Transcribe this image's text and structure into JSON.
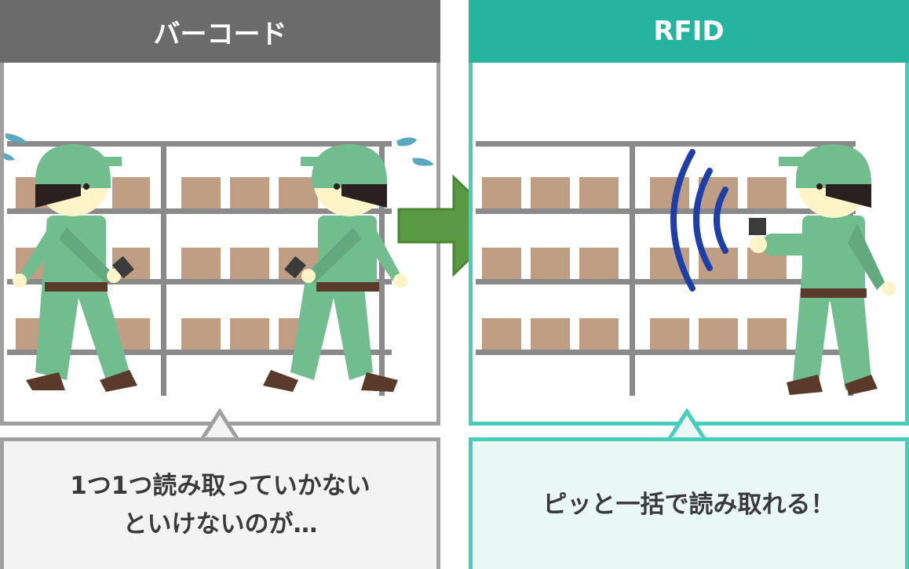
{
  "left_panel": {
    "title": "バーコード",
    "caption_line1": "1つ1つ読み取っていかない",
    "caption_line2": "といけないのが…",
    "header_color": "#6b6b6b",
    "border_color": "#a0a0a0",
    "caption_bg": "#f3f3f3"
  },
  "right_panel": {
    "title": "RFID",
    "caption": "ピッと一括で読み取れる！",
    "header_color": "#26b3a0",
    "border_color": "#46cdbd",
    "caption_bg": "#e9f8f5"
  },
  "colors": {
    "arrow": "#5a9a45",
    "box": "#bf9e84",
    "shelf": "#8a8a8a",
    "uniform": "#72bd8e",
    "radio_waves": "#1f3fa8"
  },
  "icons": {
    "transition": "arrow-right-icon",
    "signal": "radio-wave-icon",
    "sweat": "sweat-drop-icon"
  }
}
